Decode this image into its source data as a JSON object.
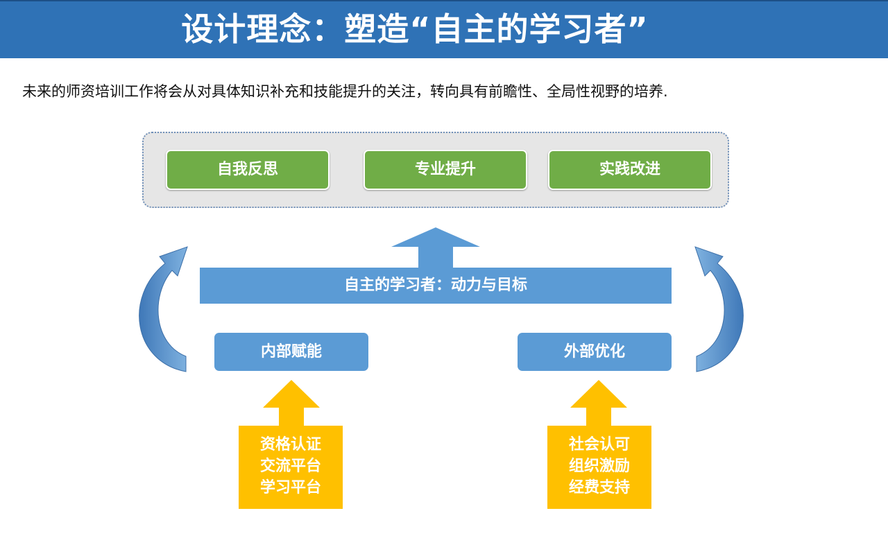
{
  "header": {
    "title": "设计理念：塑造“自主的学习者”"
  },
  "intro": "未来的师资培训工作将会从对具体知识补充和技能提升的关注，转向具有前瞻性、全局性视野的培养.",
  "goals": [
    "自我反思",
    "专业提升",
    "实践改进"
  ],
  "center_label": "自主的学习者：动力与目标",
  "inner_box": "内部赋能",
  "outer_box": "外部优化",
  "inner_supports": [
    "资格认证",
    "交流平台",
    "学习平台"
  ],
  "outer_supports": [
    "社会认可",
    "组织激励",
    "经费支持"
  ],
  "colors": {
    "banner": "#2f72b6",
    "green": "#70ad47",
    "blue": "#5b9bd5",
    "yellow": "#ffc000",
    "panel": "#e6e6e6"
  }
}
